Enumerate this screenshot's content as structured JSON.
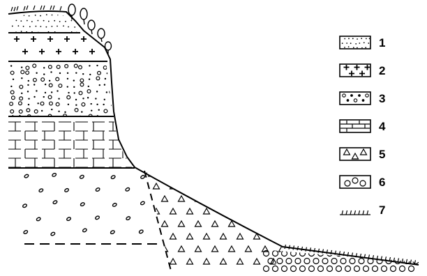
{
  "colors": {
    "ink": "#000000",
    "paper": "#ffffff"
  },
  "legend": [
    {
      "label": "1",
      "pattern": "fine-dots-icon"
    },
    {
      "label": "2",
      "pattern": "crosses-icon"
    },
    {
      "label": "3",
      "pattern": "dots-and-circles-icon"
    },
    {
      "label": "4",
      "pattern": "brick-crosshatch-icon"
    },
    {
      "label": "5",
      "pattern": "triangles-icon"
    },
    {
      "label": "6",
      "pattern": "circles-icon"
    },
    {
      "label": "7",
      "pattern": "grass-tufts-icon"
    }
  ]
}
